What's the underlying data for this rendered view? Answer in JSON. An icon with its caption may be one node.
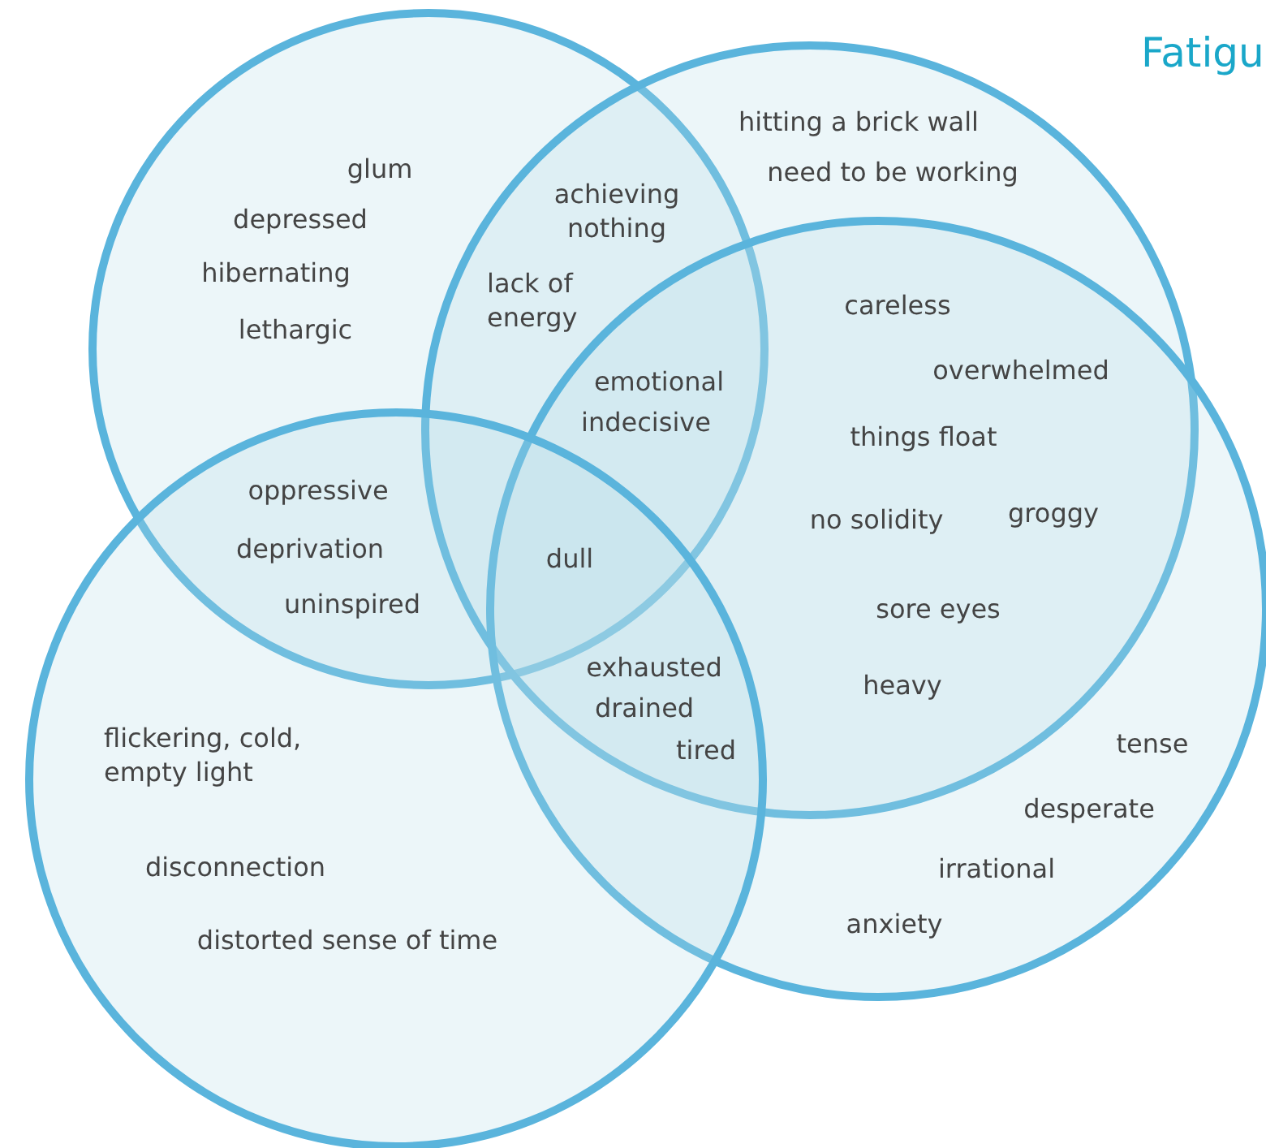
{
  "diagram": {
    "title": "Fatigu",
    "nodes": [
      {
        "text": [],
        "shape": "circle"
      },
      {
        "text": [],
        "shape": "circle"
      },
      {
        "text": [],
        "shape": "circle"
      },
      {
        "text": [],
        "shape": "circle"
      }
    ],
    "labels": [
      "glum",
      "depressed",
      "hibernating",
      "lethargic",
      "achieving nothing",
      "lack of energy",
      "hitting a brick wall",
      "need to be working",
      "careless",
      "overwhelmed",
      "emotional",
      "indecisive",
      "things float",
      "oppressive",
      "no solidity",
      "groggy",
      "deprivation",
      "dull",
      "uninspired",
      "sore eyes",
      "exhausted",
      "heavy",
      "drained",
      "flickering, cold, empty light",
      "tired",
      "tense",
      "desperate",
      "disconnection",
      "irrational",
      "anxiety",
      "distorted sense of time"
    ]
  }
}
